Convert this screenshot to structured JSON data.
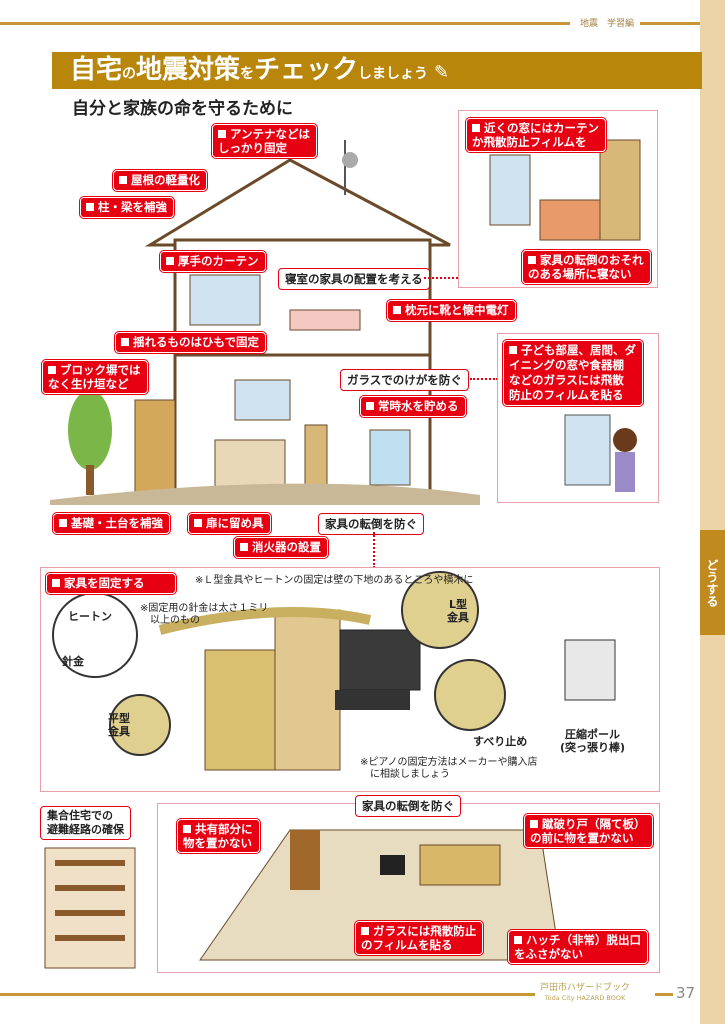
{
  "header": {
    "section": "地震　学習編"
  },
  "side_tab": {
    "label": "どうする"
  },
  "title": {
    "part1": "自宅",
    "part2": "の",
    "part3": "地震対策",
    "part4": "を",
    "part5": "チェック",
    "part6": "しましょう"
  },
  "subtitle": "自分と家族の命を守るために",
  "house_labels": {
    "antenna": "アンテナなどは\nしっかり固定",
    "roof": "屋根の軽量化",
    "pillar": "柱・梁を補強",
    "curtain": "厚手のカーテン",
    "bedroom": "寝室の家具の配置を考える",
    "pillow": "枕元に靴と懐中電灯",
    "hanging": "揺れるものはひもで固定",
    "block": "ブロック塀では\nなく生け垣など",
    "glass": "ガラスでのけがを防ぐ",
    "water": "常時水を貯める",
    "foundation": "基礎・土台を補強",
    "door": "扉に留め具",
    "furniture": "家具の転倒を防ぐ",
    "extinguisher": "消火器の設置"
  },
  "bedroom_panel": {
    "window": "近くの窓にはカーテン\nか飛散防止フィルムを",
    "sleep": "家具の転倒のおそれ\nのある場所に寝ない"
  },
  "glass_panel": {
    "text": "子ども部屋、居間、ダ\nイニングの窓や食器棚\nなどのガラスには飛散\n防止のフィルムを貼る"
  },
  "fix_section": {
    "title": "家具を固定する",
    "note_top": "※Ｌ型金具やヒートンの固定は壁の下地のあるところや横木に",
    "note_wire": "※固定用の針金は太さ１ミリ\n　以上のもの",
    "heaton": "ヒートン",
    "wire": "針金",
    "l_bracket": "L型\n金具",
    "flat_bracket": "平型\n金具",
    "anti_slip": "すべり止め",
    "note_piano": "※ピアノの固定方法はメーカーや購入店\n　に相談しましょう",
    "pole": "圧縮ポール\n(突っ張り棒)"
  },
  "apartment": {
    "evac": "集合住宅での\n避難経路の確保",
    "furniture": "家具の転倒を防ぐ",
    "common": "共有部分に\n物を置かない",
    "partition": "蹴破り戸（隔て板）\nの前に物を置かない",
    "glass": "ガラスには飛散防止\nのフィルムを貼る",
    "hatch": "ハッチ（非常）脱出口\nをふさがない"
  },
  "footer": {
    "book_jp": "戸田市ハザードブック",
    "book_en": "Toda City HAZARD BOOK",
    "page": "37"
  }
}
